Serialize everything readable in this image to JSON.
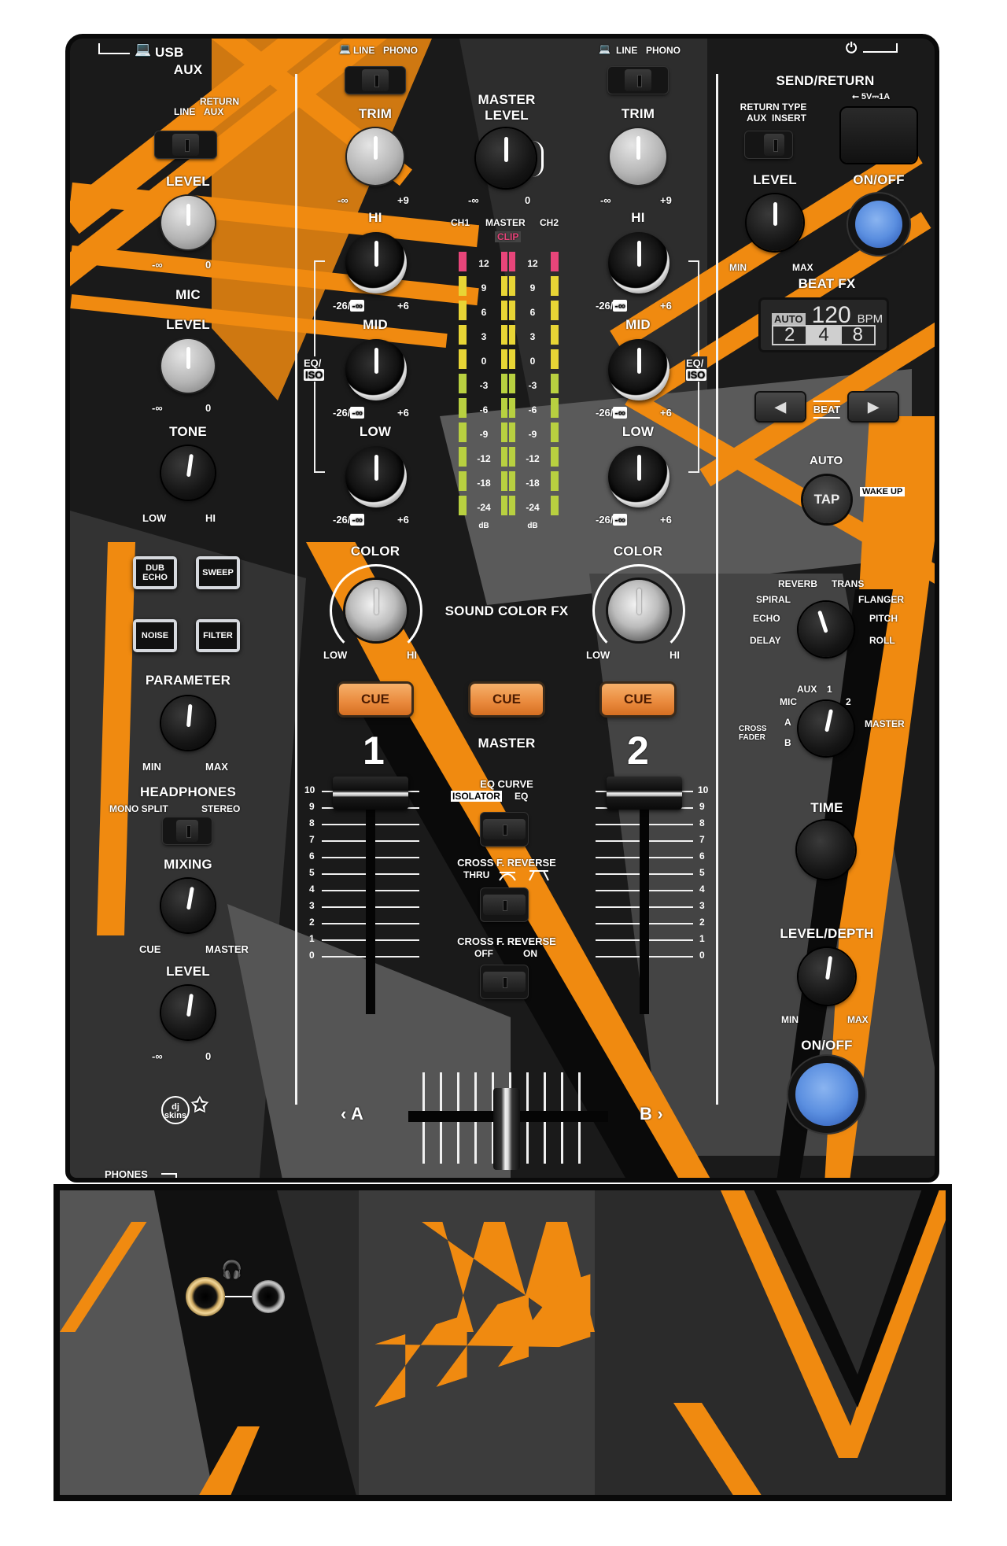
{
  "device": "DJ mixer skin — orange/grey/black abstract pattern",
  "colors": {
    "orange": "#f08a10",
    "black": "#0a0a0a",
    "dark_grey": "#2d2d2d",
    "mid_grey": "#5a5a5a",
    "blue_button": "#5b8fe0",
    "cue_button": "#ec8e3e",
    "meter_red": "#e8457a",
    "meter_yellow": "#e8d535",
    "meter_green": "#b8d040"
  },
  "left_column": {
    "usb_label": "USB",
    "aux": {
      "title": "AUX",
      "switch_labels": {
        "left": "LINE",
        "right_top": "RETURN",
        "right": "AUX"
      },
      "level_label": "LEVEL",
      "level_min": "-∞",
      "level_max": "0"
    },
    "mic": {
      "title": "MIC",
      "level_label": "LEVEL",
      "level_min": "-∞",
      "level_max": "0",
      "tone_label": "TONE",
      "tone_min": "LOW",
      "tone_max": "HI"
    },
    "fx_buttons": [
      {
        "label": "DUB\nECHO"
      },
      {
        "label": "SWEEP"
      },
      {
        "label": "NOISE"
      },
      {
        "label": "FILTER"
      }
    ],
    "parameter": {
      "label": "PARAMETER",
      "min": "MIN",
      "max": "MAX"
    },
    "headphones": {
      "title": "HEADPHONES",
      "switch_left": "MONO SPLIT",
      "switch_right": "STEREO",
      "mixing_label": "MIXING",
      "mixing_min": "CUE",
      "mixing_max": "MASTER",
      "level_label": "LEVEL",
      "level_min": "-∞",
      "level_max": "0"
    },
    "logo": "dj skins"
  },
  "channels": [
    {
      "number": "1",
      "input_switch": {
        "left": "LINE",
        "right": "PHONO"
      },
      "trim": {
        "label": "TRIM",
        "min": "-∞",
        "max": "+9"
      },
      "hi": {
        "label": "HI",
        "min": "-26/",
        "min_tag": "-∞",
        "max": "+6"
      },
      "mid": {
        "label": "MID",
        "min": "-26/",
        "min_tag": "-∞",
        "max": "+6"
      },
      "low": {
        "label": "LOW",
        "min": "-26/",
        "min_tag": "-∞",
        "max": "+6"
      },
      "eq_iso": {
        "top": "EQ/",
        "tag": "ISO"
      },
      "color": {
        "label": "COLOR",
        "min": "LOW",
        "max": "HI"
      },
      "cue_label": "CUE"
    },
    {
      "number": "2",
      "input_switch": {
        "left": "LINE",
        "right": "PHONO"
      },
      "trim": {
        "label": "TRIM",
        "min": "-∞",
        "max": "+9"
      },
      "hi": {
        "label": "HI",
        "min": "-26/",
        "min_tag": "-∞",
        "max": "+6"
      },
      "mid": {
        "label": "MID",
        "min": "-26/",
        "min_tag": "-∞",
        "max": "+6"
      },
      "low": {
        "label": "LOW",
        "min": "-26/",
        "min_tag": "-∞",
        "max": "+6"
      },
      "eq_iso": {
        "top": "EQ/",
        "tag": "ISO"
      },
      "color": {
        "label": "COLOR",
        "min": "LOW",
        "max": "HI"
      },
      "cue_label": "CUE"
    }
  ],
  "center": {
    "master_level": {
      "label_1": "MASTER",
      "label_2": "LEVEL",
      "min": "-∞",
      "max": "0"
    },
    "meters": {
      "ch1_label": "CH1",
      "master_label": "MASTER",
      "ch2_label": "CH2",
      "clip_label": "CLIP",
      "scale": [
        "12",
        "9",
        "6",
        "3",
        "0",
        "-3",
        "-6",
        "-9",
        "-12",
        "-18",
        "-24"
      ],
      "unit": "dB"
    },
    "sound_color_fx_label": "SOUND COLOR FX",
    "master_cue_label": "CUE",
    "master_label": "MASTER",
    "eq_curve": {
      "title": "EQ CURVE",
      "left": "ISOLATOR",
      "right": "EQ"
    },
    "cross_f_reverse_curve": {
      "title": "CROSS F. REVERSE",
      "left": "THRU"
    },
    "cross_f_reverse": {
      "title": "CROSS F. REVERSE",
      "left": "OFF",
      "right": "ON"
    },
    "fader_scale": [
      "10",
      "9",
      "8",
      "7",
      "6",
      "5",
      "4",
      "3",
      "2",
      "1",
      "0"
    ],
    "crossfader": {
      "left": "A",
      "right": "B"
    }
  },
  "right_column": {
    "send_return": {
      "title": "SEND/RETURN",
      "usb_power": "5V⎓1A",
      "return_type": {
        "title": "RETURN TYPE",
        "left": "AUX",
        "right": "INSERT"
      },
      "level_label": "LEVEL",
      "level_min": "MIN",
      "level_max": "MAX",
      "onoff_label": "ON/OFF"
    },
    "beat_fx": {
      "title": "BEAT FX",
      "display": {
        "auto": "AUTO",
        "bpm": "120",
        "bpm_unit": "BPM",
        "beats": [
          "2",
          "4",
          "8"
        ],
        "selected_beat": "4"
      },
      "beat_label": "BEAT",
      "auto_label": "AUTO",
      "tap_label": "TAP",
      "wake_up_label": "WAKE UP",
      "effects_left": [
        "SPIRAL",
        "ECHO",
        "DELAY"
      ],
      "effects_top": [
        "REVERB",
        "TRANS"
      ],
      "effects_right": [
        "FLANGER",
        "PITCH",
        "ROLL"
      ],
      "channel_select": {
        "left": [
          "MIC",
          "A",
          "B"
        ],
        "top": [
          "AUX",
          "1",
          "2"
        ],
        "right": "MASTER",
        "crossfader_label": "CROSS\nFADER"
      },
      "time_label": "TIME",
      "level_depth": {
        "label": "LEVEL/DEPTH",
        "min": "MIN",
        "max": "MAX"
      },
      "onoff_label": "ON/OFF"
    }
  },
  "front_panel": {
    "phones_label": "PHONES"
  }
}
